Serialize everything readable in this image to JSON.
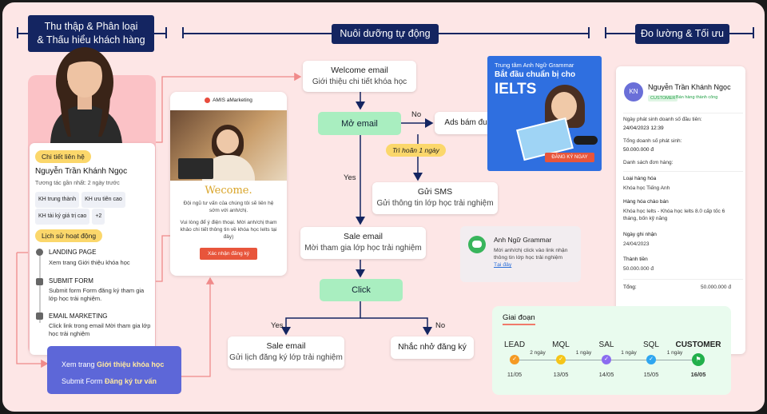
{
  "headers": {
    "left_line1": "Thu thập & Phân loại",
    "left_line2": "& Thấu hiểu khách hàng",
    "middle": "Nuôi dưỡng tự động",
    "right": "Đo lường & Tối ưu"
  },
  "profile": {
    "chip": "Chi tiết liên hệ",
    "name": "Nguyễn Trần Khánh Ngọc",
    "last_interaction": "Tương tác gần nhất: 2 ngày trước",
    "tags": [
      "KH trung thành",
      "KH ưu tiên cao",
      "KH tài ký giá trị cao",
      "+2"
    ],
    "history_chip": "Lịch sử hoạt động",
    "activities": [
      {
        "title": "LANDING PAGE",
        "desc": "Xem trang Giới thiệu khóa học"
      },
      {
        "title": "SUBMIT FORM",
        "desc": "Submit form Form đăng ký tham gia lớp học trải nghiệm."
      },
      {
        "title": "EMAIL MARKETING",
        "desc": "Click link trong email Mời tham gia lớp học trải nghiệm"
      }
    ]
  },
  "purple_box": {
    "line1_prefix": "Xem trang ",
    "line1_bold": "Giới thiệu khóa học",
    "line2_prefix": "Submit Form ",
    "line2_bold": "Đăng ký tư vấn"
  },
  "email_preview": {
    "brand": "AMIS aMarketing",
    "heading": "Wecome.",
    "para1": "Đội ngũ tư vấn của chúng tôi sẽ liên hệ sớm với anh/chị.",
    "para2": "Vui lòng để ý điện thoại. Mời anh/chị tham khảo chi tiết thông tin về khóa học Ielts tại đây)",
    "button": "Xác nhận đăng ký"
  },
  "flow": {
    "welcome_title": "Welcome email",
    "welcome_sub": "Giới thiệu chi tiết khóa học",
    "open_email": "Mở email",
    "no1": "No",
    "ads": "Ads bám đuổi",
    "delay": "Trì hoãn 1 ngày",
    "yes1": "Yes",
    "sms_title": "Gửi SMS",
    "sms_sub": "Gửi thông tin lớp học trải nghiệm",
    "sale1_title": "Sale email",
    "sale1_sub": "Mời tham gia lớp học trải nghiệm",
    "click": "Click",
    "yes2": "Yes",
    "no2": "No",
    "sale2_title": "Sale email",
    "sale2_sub": "Gửi lịch đăng ký lớp trải nghiệm",
    "reminder": "Nhắc nhở đăng ký"
  },
  "ad": {
    "line1": "Trung tâm Anh Ngữ Grammar",
    "line2": "Bắt đầu chuẩn bị cho",
    "big": "IELTS",
    "cta": "ĐĂNG KÝ NGAY"
  },
  "sms_msg": {
    "sender": "Anh Ngữ Grammar",
    "text": "Mời anh/chị click vào link nhận thông tin lớp học trải nghiệm",
    "link": "Tại đây"
  },
  "crm": {
    "initials": "KN",
    "name": "Nguyễn Trần Khánh Ngọc",
    "badge": "CUSTOMER",
    "status": "Bán hàng thành công",
    "first_rev_label": "Ngày phát sinh doanh số đầu tiên:",
    "first_rev_value": "24/04/2023 12:39",
    "total_label": "Tổng doanh số phát sinh:",
    "total_value": "50.000.000 đ",
    "orders_label": "Danh sách đơn hàng:",
    "type_label": "Loại hàng hóa",
    "type_value": "Khóa học Tiếng Anh",
    "product_label": "Hàng hóa chào bán",
    "product_value": "Khóa học Ielts - Khóa học Ielts 8.0 cấp tốc 6 tháng, bốn kỹ năng",
    "date_label": "Ngày ghi nhận",
    "date_value": "24/04/2023",
    "amount_label": "Thành tiền",
    "amount_value": "50.000.000 đ",
    "sum_label": "Tổng:",
    "sum_value": "50.000.000 đ"
  },
  "stages": {
    "title": "Giai đoạn",
    "items": [
      {
        "name": "LEAD",
        "date": "11/05",
        "color": "#f59a23"
      },
      {
        "name": "MQL",
        "date": "13/05",
        "color": "#f5c518"
      },
      {
        "name": "SAL",
        "date": "14/05",
        "color": "#8b6cf0"
      },
      {
        "name": "SQL",
        "date": "15/05",
        "color": "#2fa6f0"
      },
      {
        "name": "CUSTOMER",
        "date": "16/05",
        "color": "#22b04b"
      }
    ],
    "gaps": [
      "2 ngày",
      "1 ngày",
      "1 ngày",
      "1 ngày"
    ]
  }
}
